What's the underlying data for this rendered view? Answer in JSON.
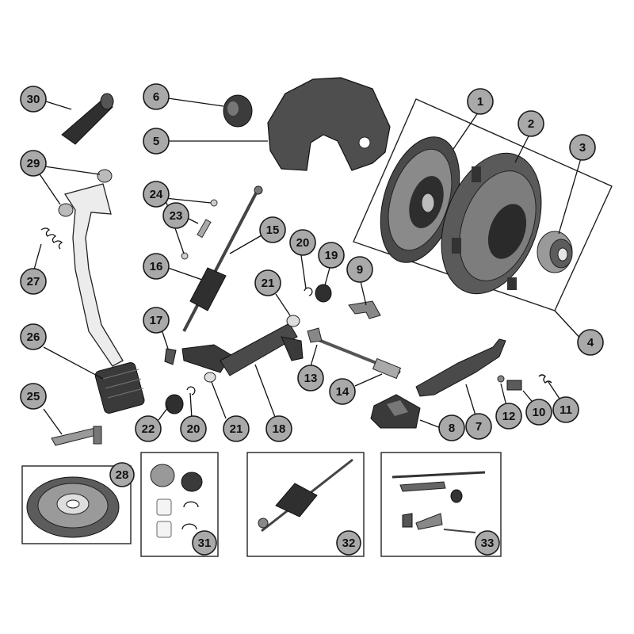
{
  "diagram": {
    "callouts": [
      {
        "id": 1,
        "label": "1"
      },
      {
        "id": 2,
        "label": "2"
      },
      {
        "id": 3,
        "label": "3"
      },
      {
        "id": 4,
        "label": "4"
      },
      {
        "id": 5,
        "label": "5"
      },
      {
        "id": 6,
        "label": "6"
      },
      {
        "id": 7,
        "label": "7"
      },
      {
        "id": 8,
        "label": "8"
      },
      {
        "id": 9,
        "label": "9"
      },
      {
        "id": 10,
        "label": "10"
      },
      {
        "id": 11,
        "label": "11"
      },
      {
        "id": 12,
        "label": "12"
      },
      {
        "id": 13,
        "label": "13"
      },
      {
        "id": 14,
        "label": "14"
      },
      {
        "id": 15,
        "label": "15"
      },
      {
        "id": 16,
        "label": "16"
      },
      {
        "id": 17,
        "label": "17"
      },
      {
        "id": 18,
        "label": "18"
      },
      {
        "id": 19,
        "label": "19"
      },
      {
        "id": 20,
        "label": "20"
      },
      {
        "id": 201,
        "label": "20"
      },
      {
        "id": 21,
        "label": "21"
      },
      {
        "id": 211,
        "label": "21"
      },
      {
        "id": 22,
        "label": "22"
      },
      {
        "id": 23,
        "label": "23"
      },
      {
        "id": 24,
        "label": "24"
      },
      {
        "id": 25,
        "label": "25"
      },
      {
        "id": 26,
        "label": "26"
      },
      {
        "id": 27,
        "label": "27"
      },
      {
        "id": 28,
        "label": "28"
      },
      {
        "id": 29,
        "label": "29"
      },
      {
        "id": 30,
        "label": "30"
      },
      {
        "id": 31,
        "label": "31"
      },
      {
        "id": 32,
        "label": "32"
      },
      {
        "id": 33,
        "label": "33"
      }
    ],
    "colors": {
      "callout_fill": "#a9a9a9",
      "callout_stroke": "#1a1a1a",
      "part_dark": "#3a3a3a",
      "line": "#111111"
    }
  }
}
